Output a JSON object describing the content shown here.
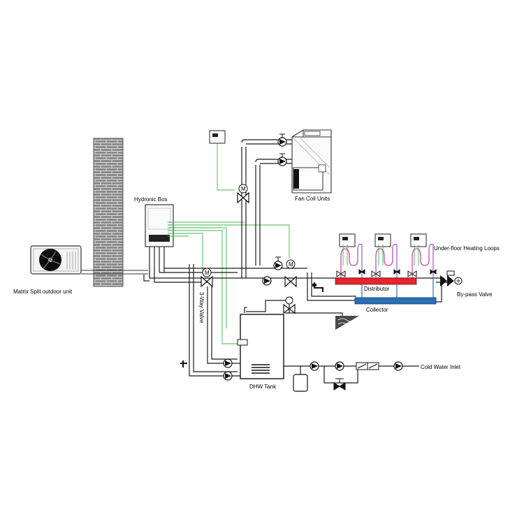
{
  "labels": {
    "outdoor_unit": "Matrix Split outdoor unit",
    "hydronic_box": "Hydronic Box",
    "fan_coil": "Fan Coil Units",
    "underfloor": "Under-floor Heating Loops",
    "distributor": "Distributor",
    "collector": "Collector",
    "bypass": "By-pass Valve",
    "three_way": "3-Way Valve",
    "dhw_tank": "DHW Tank",
    "cold_water": "Cold Water Inlet",
    "motor_symbol": "M"
  },
  "colors": {
    "pipe": "#1a1a1a",
    "signal": "#3cb44b",
    "loop_flow": "#d0379b",
    "loop_return": "#8c5cc7",
    "distributor": "#e8242c",
    "collector": "#2b6fb6",
    "wall": "#7f7f7f"
  }
}
